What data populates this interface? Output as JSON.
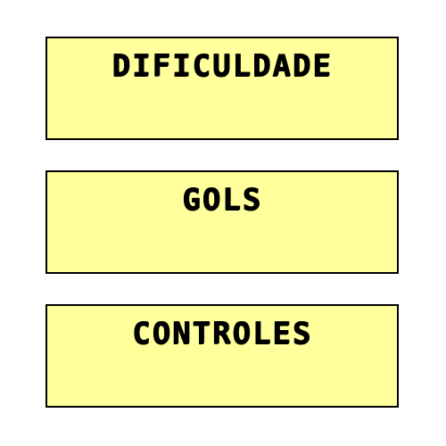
{
  "menu": {
    "items": [
      {
        "label": "DIFICULDADE"
      },
      {
        "label": "GOLS"
      },
      {
        "label": "CONTROLES"
      }
    ]
  },
  "colors": {
    "panel_background": "#ffff9c",
    "panel_border": "#000000",
    "text": "#000000",
    "page_background": "#ffffff"
  }
}
